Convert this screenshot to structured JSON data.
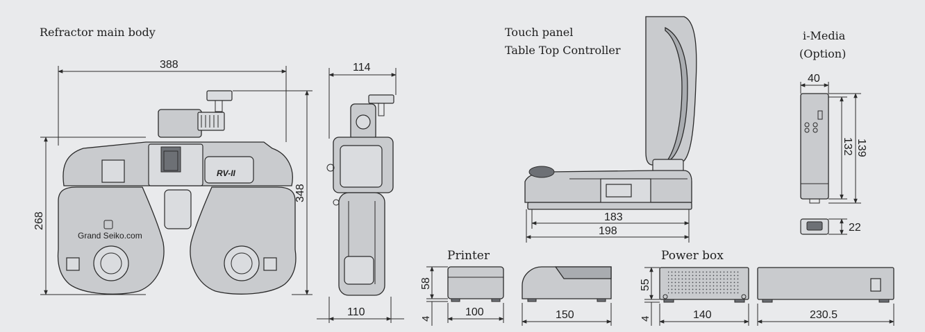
{
  "labels": {
    "refractor": "Refractor main body",
    "touch_panel": "Touch panel",
    "table_top": "Table Top Controller",
    "imedia": "i-Media",
    "option": "(Option)",
    "printer": "Printer",
    "power_box": "Power box",
    "brand": "Grand Seiko.com",
    "model": "RV-II"
  },
  "dimensions": {
    "refractor_width": "388",
    "refractor_height_body": "268",
    "refractor_height_total": "348",
    "side_top": "114",
    "side_bottom": "110",
    "panel_depth_base": "183",
    "panel_depth_total": "198",
    "imedia_width": "40",
    "imedia_h1": "132",
    "imedia_h2": "139",
    "imedia_conn": "22",
    "printer_h": "58",
    "printer_foot": "4",
    "printer_w": "100",
    "printer_d": "150",
    "power_h": "55",
    "power_foot": "4",
    "power_w": "140",
    "power_d": "230.5"
  },
  "colors": {
    "background": "#e9eaec",
    "line": "#2a2a2a",
    "body": "#c9cbce"
  },
  "icons": [
    "key-icon",
    "connector-icon",
    "eye-port-icon"
  ]
}
